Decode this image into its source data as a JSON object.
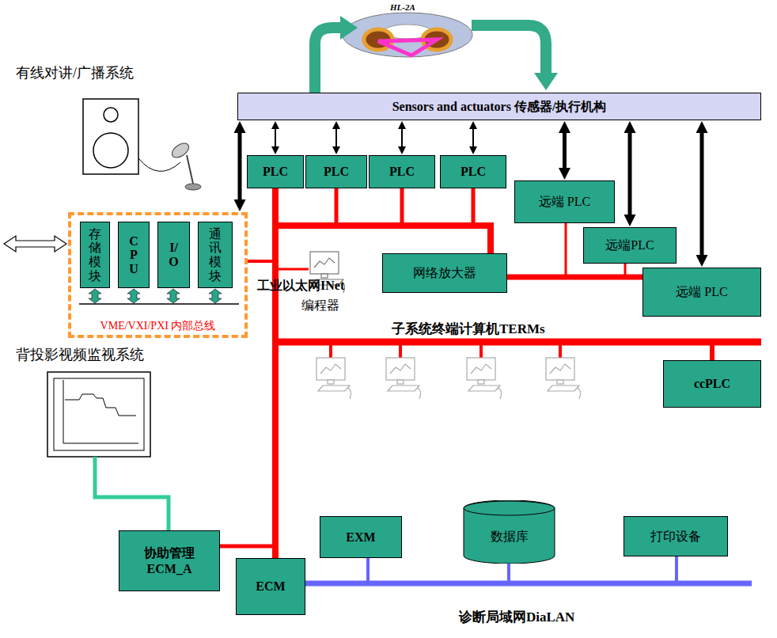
{
  "diagram": {
    "nodes": [
      {
        "text": [
          "Sensors and actuators 传感器/执行机构"
        ]
      },
      {
        "text": [
          "PLC"
        ]
      },
      {
        "text": [
          "PLC"
        ]
      },
      {
        "text": [
          "PLC"
        ]
      },
      {
        "text": [
          "PLC"
        ]
      },
      {
        "text": [
          "远端 PLC"
        ]
      },
      {
        "text": [
          "远端PLC"
        ]
      },
      {
        "text": [
          "VME/VXI/PXI 内部总线"
        ]
      },
      {
        "text": [
          "存储模块"
        ],
        "in": 7
      },
      {
        "text": [
          "CPU"
        ],
        "in": 7
      },
      {
        "text": [
          "I/O"
        ],
        "in": 7
      },
      {
        "text": [
          "通讯模块"
        ],
        "in": 7
      },
      {
        "text": [
          "网络放大器"
        ]
      },
      {
        "text": [
          "远端 PLC"
        ]
      },
      {
        "text": [
          "ccPLC"
        ]
      },
      {
        "text": [
          "协助管理",
          "ECM_A"
        ]
      },
      {
        "text": [
          "ECM"
        ]
      },
      {
        "text": [
          "EXM"
        ]
      },
      {
        "text": [
          "数据库"
        ]
      },
      {
        "text": [
          "打印设备"
        ]
      }
    ],
    "edges": [
      {
        "from": 0,
        "to": 7,
        "arrow": "both"
      },
      {
        "from": 0,
        "to": 1,
        "arrow": "both"
      },
      {
        "from": 0,
        "to": 2,
        "arrow": "both"
      },
      {
        "from": 0,
        "to": 3,
        "arrow": "both"
      },
      {
        "from": 0,
        "to": 4,
        "arrow": "both"
      },
      {
        "from": 0,
        "to": 5,
        "arrow": "both"
      },
      {
        "from": 0,
        "to": 6,
        "arrow": "both"
      },
      {
        "from": 0,
        "to": 13,
        "arrow": "both"
      }
    ],
    "labels": [
      "HL-2A",
      "有线对讲/广播系统",
      "编程器",
      "子系统终端计算机TERMs",
      "工业以太网INet",
      "背投影视频监视系统",
      "诊断局域网DiaLAN"
    ]
  }
}
